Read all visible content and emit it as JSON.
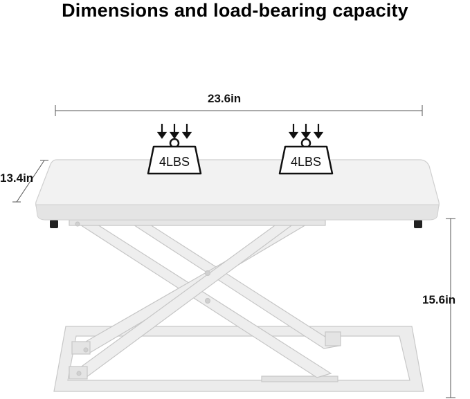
{
  "title": "Dimensions and load-bearing capacity",
  "dimensions": {
    "width": "23.6in",
    "depth": "13.4in",
    "height": "15.6in"
  },
  "loads": [
    {
      "label": "4LBS"
    },
    {
      "label": "4LBS"
    }
  ],
  "colors": {
    "desk": "#f1f1f1",
    "frame": "#e9e9e9",
    "outline": "#c8c8c8",
    "text": "#111111"
  }
}
